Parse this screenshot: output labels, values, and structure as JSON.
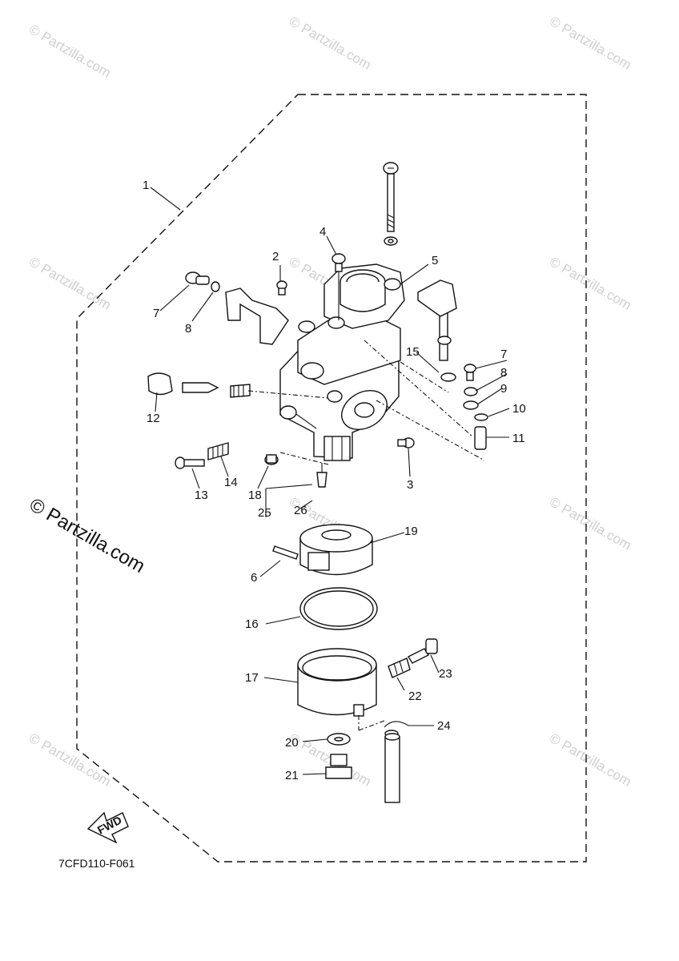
{
  "diagram": {
    "drawing_code": "7CFD110-F061",
    "fwd_label": "FWD",
    "watermark_small": "© Partzilla.com",
    "watermark_large": "© Partzilla.com",
    "callouts": {
      "c1": "1",
      "c2": "2",
      "c3": "3",
      "c4": "4",
      "c5": "5",
      "c6": "6",
      "c7a": "7",
      "c7b": "7",
      "c8a": "8",
      "c8b": "8",
      "c9": "9",
      "c10": "10",
      "c11": "11",
      "c12": "12",
      "c13": "13",
      "c14": "14",
      "c15": "15",
      "c16": "16",
      "c17": "17",
      "c18": "18",
      "c19": "19",
      "c20": "20",
      "c21": "21",
      "c22": "22",
      "c23": "23",
      "c24": "24",
      "c25": "25",
      "c26": "26"
    }
  }
}
